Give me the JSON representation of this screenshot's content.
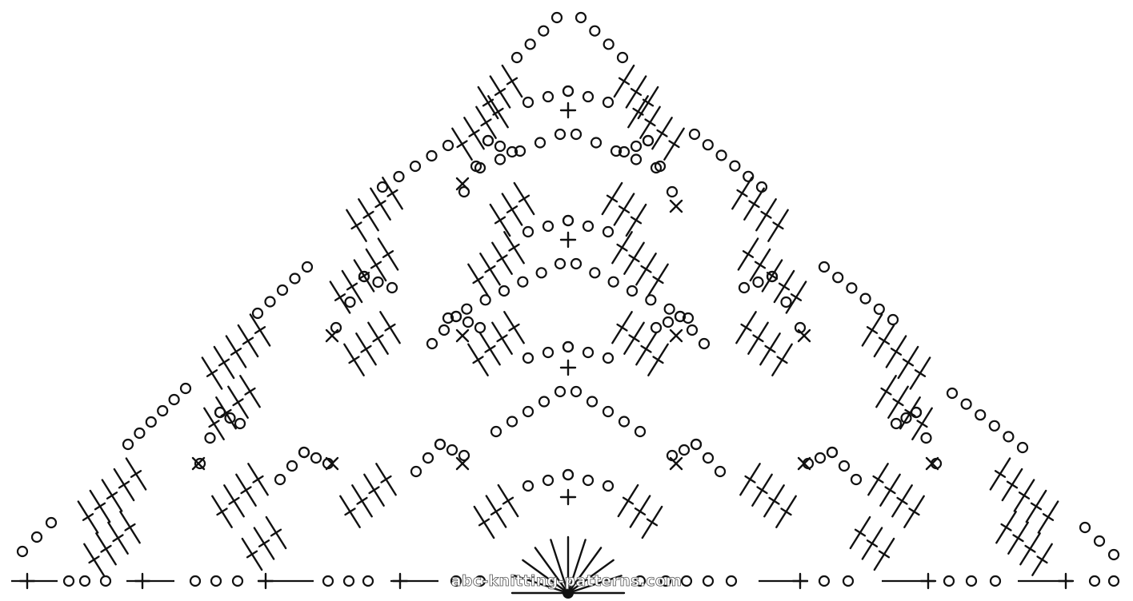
{
  "diagram": {
    "kind": "crochet-stitch-chart",
    "shape": "triangle",
    "watermark": "abc-knitting-patterns.com",
    "symbols": [
      "chain-icon",
      "double-crochet-icon",
      "single-crochet-icon",
      "slip-stitch-icon"
    ],
    "ink_color": "#111111",
    "background_color": "#ffffff"
  }
}
